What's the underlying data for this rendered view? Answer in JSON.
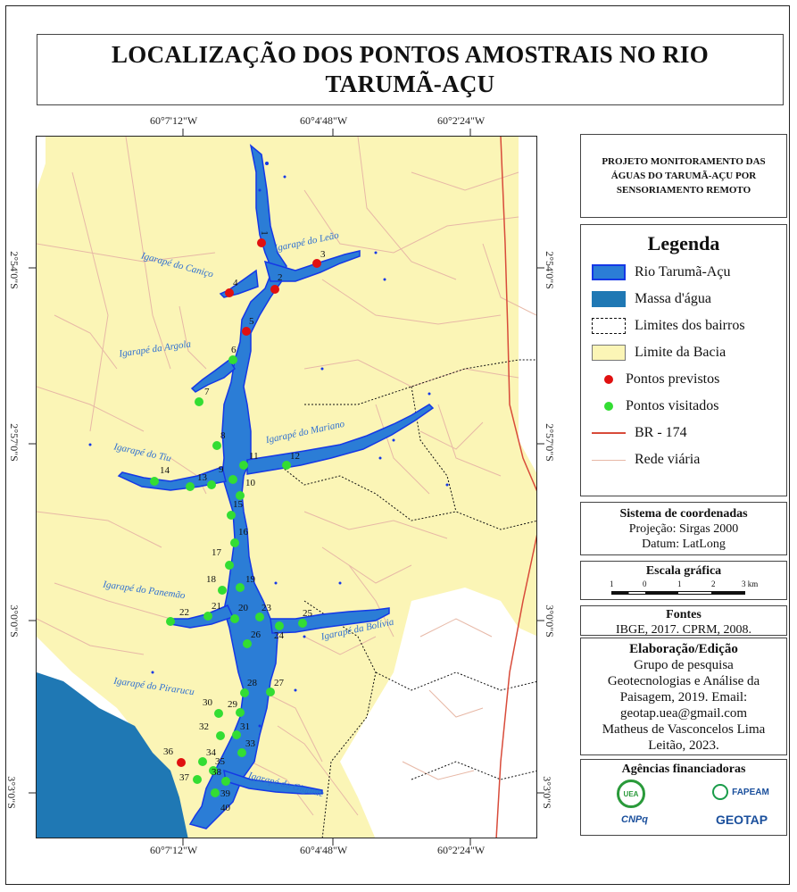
{
  "title": {
    "line1": "LOCALIZAÇÃO DOS PONTOS AMOSTRAIS NO RIO",
    "line2": "TARUMÃ-AÇU"
  },
  "coordinates": {
    "lon_top": [
      "60°7'12\"W",
      "60°4'48\"W",
      "60°2'24\"W"
    ],
    "lon_bottom": [
      "60°7'12\"W",
      "60°4'48\"W",
      "60°2'24\"W"
    ],
    "lat_left": [
      "2°54'0\"S",
      "2°57'0\"S",
      "3°0'0\"S",
      "3°3'0\"S"
    ],
    "lat_right": [
      "2°54'0\"S",
      "2°57'0\"S",
      "3°0'0\"S",
      "3°3'0\"S"
    ]
  },
  "map_labels": [
    "Igarapé do Leão",
    "Igarapé do Caniço",
    "Igarapé da Argola",
    "Igarapé do Mariano",
    "Igarapé do Tiu",
    "Igarapé do Panemão",
    "Igarapé da Bolívia",
    "Igarapé do Pirarucu",
    "Igarapé do Gigante"
  ],
  "points": {
    "previstos": [
      "1",
      "2",
      "3",
      "4",
      "5",
      "36"
    ],
    "visitados": [
      "6",
      "7",
      "8",
      "9",
      "10",
      "11",
      "12",
      "13",
      "14",
      "15",
      "16",
      "17",
      "18",
      "19",
      "20",
      "21",
      "22",
      "23",
      "24",
      "25",
      "26",
      "27",
      "28",
      "29",
      "30",
      "31",
      "32",
      "33",
      "34",
      "35",
      "37",
      "38",
      "39",
      "40"
    ]
  },
  "project": {
    "text": "PROJETO MONITORAMENTO DAS ÁGUAS DO TARUMÃ-AÇU POR SENSORIAMENTO REMOTO"
  },
  "legend": {
    "title": "Legenda",
    "items": [
      {
        "label": "Rio Tarumã-Açu",
        "type": "river"
      },
      {
        "label": "Massa d'água",
        "type": "water"
      },
      {
        "label": "Limites dos bairros",
        "type": "dashed"
      },
      {
        "label": "Limite da Bacia",
        "type": "basin"
      },
      {
        "label": "Pontos previstos",
        "type": "red-dot"
      },
      {
        "label": "Pontos visitados",
        "type": "green-dot"
      },
      {
        "label": "BR - 174",
        "type": "road-main"
      },
      {
        "label": "Rede viária",
        "type": "road-minor"
      }
    ]
  },
  "coord_system": {
    "title": "Sistema de coordenadas",
    "projection": "Projeção: Sirgas 2000",
    "datum": "Datum: LatLong"
  },
  "scale": {
    "title": "Escala gráfica",
    "ticks": [
      "1",
      "0",
      "1",
      "2",
      "3 km"
    ]
  },
  "sources": {
    "title": "Fontes",
    "text": "IBGE, 2017. CPRM, 2008."
  },
  "credits": {
    "title": "Elaboração/Edição",
    "lines": [
      "Grupo de pesquisa",
      "Geotecnologias e Análise da",
      "Paisagem, 2019. Email:",
      "geotap.uea@gmail.com",
      "Matheus de Vasconcelos Lima",
      "Leitão, 2023."
    ]
  },
  "funding": {
    "title": "Agências financiadoras",
    "logos": [
      "UEA",
      "FAPEAM",
      "CNPq",
      "GEOTAP"
    ]
  },
  "colors": {
    "river": "#2b7dd6",
    "water": "#1f78b4",
    "basin": "#fbf5b6",
    "red_point": "#e01010",
    "green_point": "#33dd33",
    "road_main": "#d84b3a",
    "road_minor": "#e7b8a6"
  }
}
